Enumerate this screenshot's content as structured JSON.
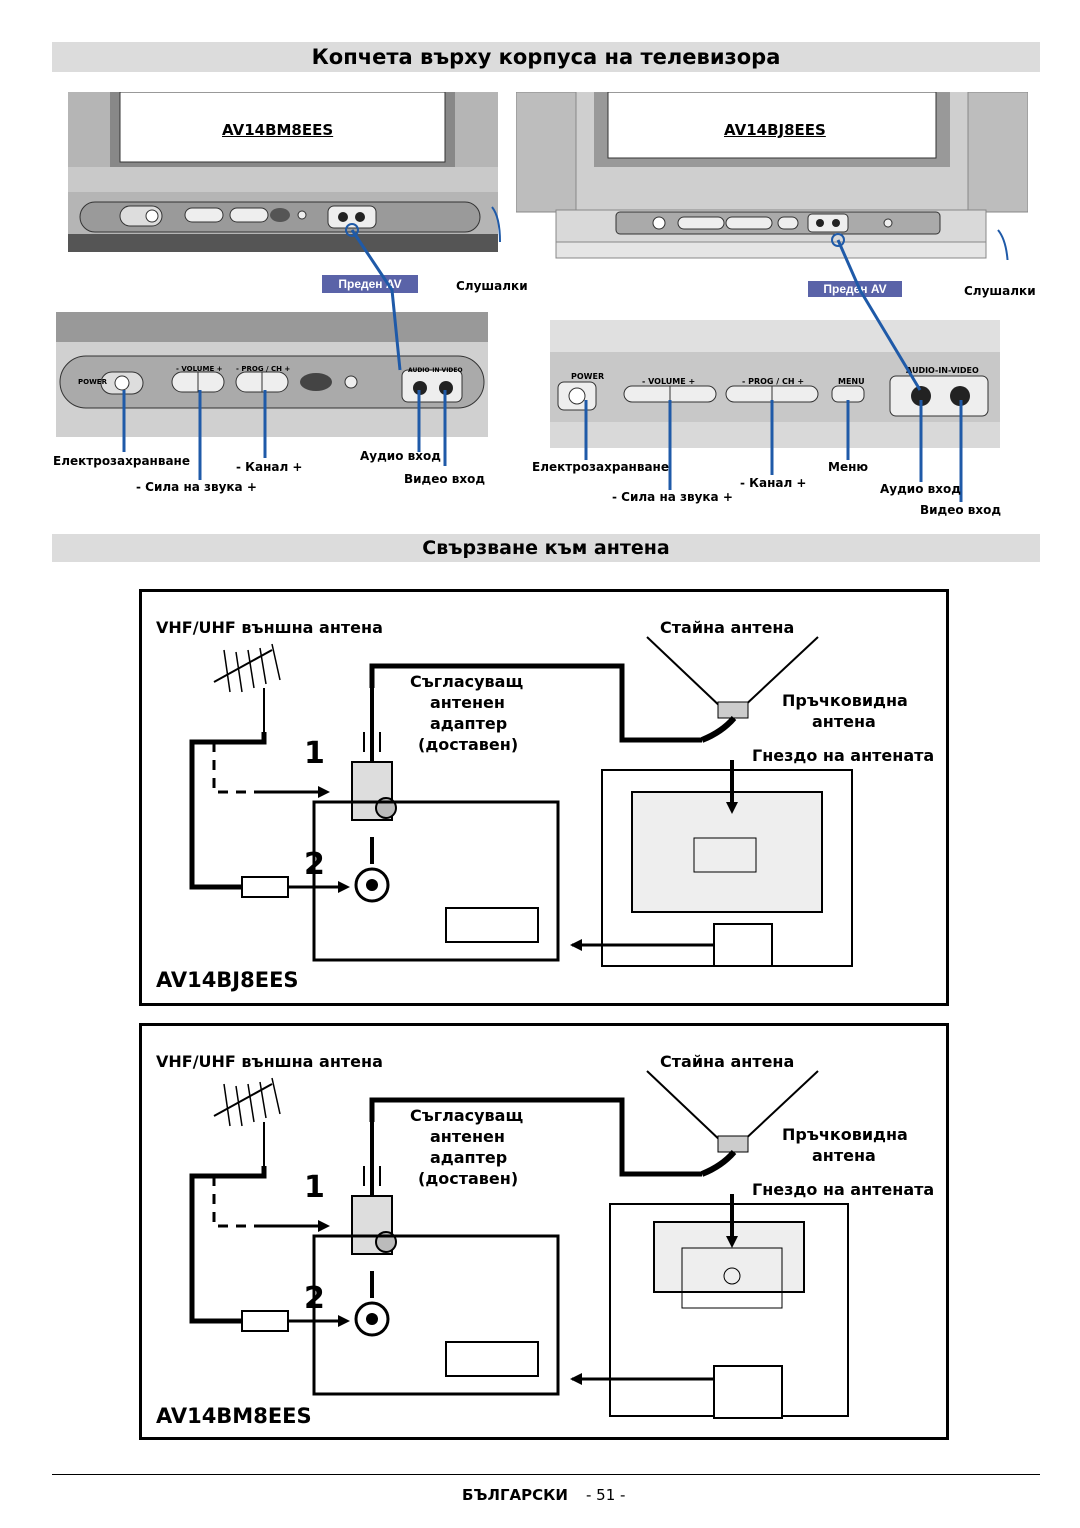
{
  "sections": {
    "controls_title": "Копчета върху корпуса на телевизора",
    "antenna_title": "Свързване към антена"
  },
  "tv_left": {
    "model": "AV14BM8EES",
    "front_av": "Преден AV",
    "headphones": "Слушалки",
    "panel": {
      "power": "POWER",
      "volume": "-   VOLUME   +",
      "prog": "-   PROG / CH   +",
      "audio_in_video": "AUDIO-IN-VIDEO"
    },
    "callouts": {
      "power": "Електрозахранване",
      "volume": "- Сила на звука +",
      "channel": "- Канал +",
      "audio_in": "Аудио вход",
      "video_in": "Видео вход"
    }
  },
  "tv_right": {
    "model": "AV14BJ8EES",
    "front_av": "Преден AV",
    "headphones": "Слушалки",
    "panel": {
      "power": "POWER",
      "volume": "-   VOLUME   +",
      "prog": "-   PROG / CH   +",
      "menu": "MENU",
      "audio_in_video": "AUDIO-IN-VIDEO"
    },
    "callouts": {
      "power": "Електрозахранване",
      "volume": "- Сила на звука +",
      "channel": "- Канал +",
      "menu": "Меню",
      "audio_in": "Аудио вход",
      "video_in": "Видео вход"
    }
  },
  "diagram_top": {
    "outdoor_antenna": "VHF/UHF външна антена",
    "room_antenna": "Стайна антена",
    "adapter_l1": "Съгласуващ",
    "adapter_l2": "антенен",
    "adapter_l3": "адаптер",
    "adapter_l4": "(доставен)",
    "rod_l1": "Пръчковидна",
    "rod_l2": "антена",
    "socket": "Гнездо на антената",
    "step1": "1",
    "step2": "2",
    "model": "AV14BJ8EES"
  },
  "diagram_bottom": {
    "outdoor_antenna": "VHF/UHF външна антена",
    "room_antenna": "Стайна антена",
    "adapter_l1": "Съгласуващ",
    "adapter_l2": "антенен",
    "adapter_l3": "адаптер",
    "adapter_l4": "(доставен)",
    "rod_l1": "Пръчковидна",
    "rod_l2": "антена",
    "socket": "Гнездо на антената",
    "step1": "1",
    "step2": "2",
    "model": "AV14BM8EES"
  },
  "footer": {
    "language": "БЪЛГАРСКИ",
    "page": "- 51 -"
  },
  "colors": {
    "section_bar": "#dcdcdc",
    "callout_line": "#1f5aa8",
    "av_badge": "#5a63a8",
    "tv_body": "#c8c8c8",
    "tv_dark": "#9a9a9a"
  }
}
